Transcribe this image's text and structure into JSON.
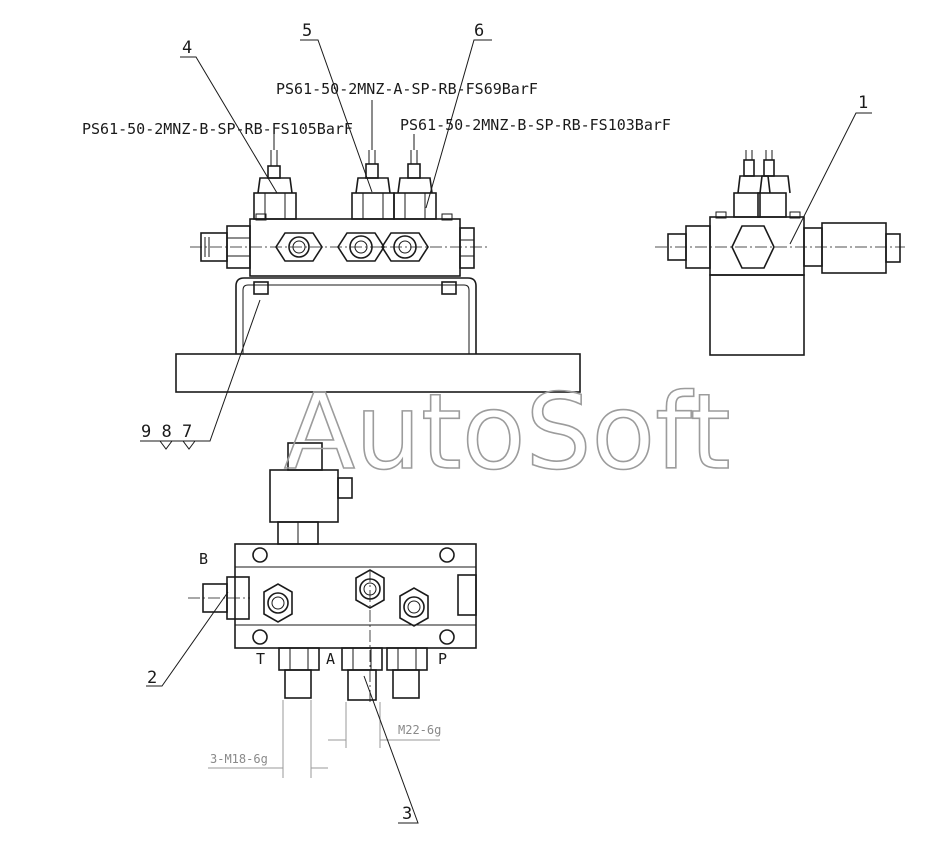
{
  "callouts": {
    "c1": "1",
    "c2": "2",
    "c3": "3",
    "c4": "4",
    "c5": "5",
    "c6": "6",
    "c987": "9 8 7"
  },
  "part_labels": {
    "switch_a": "PS61-50-2MNZ-A-SP-RB-FS69BarF",
    "switch_b105": "PS61-50-2MNZ-B-SP-RB-FS105BarF",
    "switch_b103": "PS61-50-2MNZ-B-SP-RB-FS103BarF"
  },
  "port_labels": {
    "b": "B",
    "t": "T",
    "a": "A",
    "p": "P"
  },
  "dimensions": {
    "thread_small": "3-M18-6g",
    "thread_large": "M22-6g"
  },
  "watermark": "AutoSoft",
  "colors": {
    "line": "#1a1a1a",
    "dimension": "#9a9a9a",
    "watermark": "#9c9c9c"
  }
}
